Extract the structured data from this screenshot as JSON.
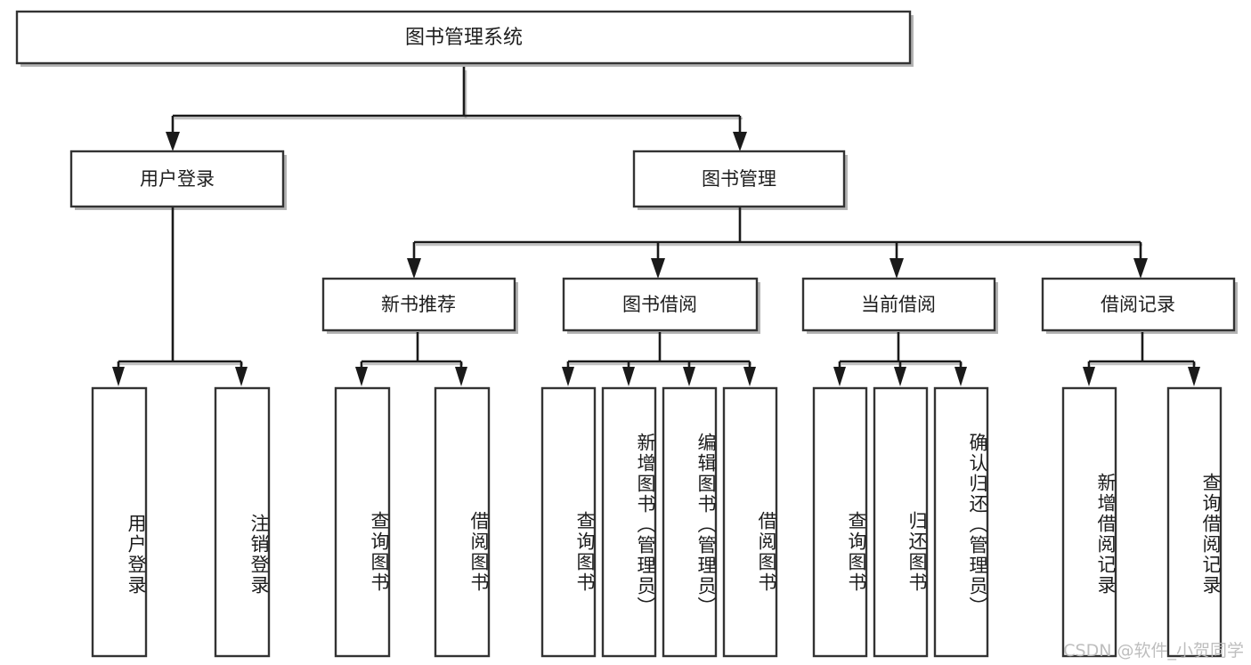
{
  "diagram": {
    "type": "tree-hierarchy-chart",
    "orientation": "top-down",
    "root": {
      "id": "root",
      "label": "图书管理系统"
    },
    "level2": [
      {
        "id": "user-login",
        "label": "用户登录"
      },
      {
        "id": "book-manage",
        "label": "图书管理"
      }
    ],
    "level3": [
      {
        "id": "new-book-rec",
        "label": "新书推荐",
        "parent": "book-manage"
      },
      {
        "id": "book-borrow",
        "label": "图书借阅",
        "parent": "book-manage"
      },
      {
        "id": "current-borrow",
        "label": "当前借阅",
        "parent": "book-manage"
      },
      {
        "id": "borrow-record",
        "label": "借阅记录",
        "parent": "book-manage"
      }
    ],
    "leaves": [
      {
        "id": "leaf-user-login",
        "label": "用户登录",
        "parent": "user-login"
      },
      {
        "id": "leaf-logout",
        "label": "注销登录",
        "parent": "user-login"
      },
      {
        "id": "leaf-query-book-1",
        "label": "查询图书",
        "parent": "new-book-rec"
      },
      {
        "id": "leaf-borrow-book-1",
        "label": "借阅图书",
        "parent": "new-book-rec"
      },
      {
        "id": "leaf-query-book-2",
        "label": "查询图书",
        "parent": "book-borrow"
      },
      {
        "id": "leaf-add-book",
        "label": "新增图书（管理员）",
        "parent": "book-borrow"
      },
      {
        "id": "leaf-edit-book",
        "label": "编辑图书（管理员）",
        "parent": "book-borrow"
      },
      {
        "id": "leaf-borrow-book-2",
        "label": "借阅图书",
        "parent": "book-borrow"
      },
      {
        "id": "leaf-query-book-3",
        "label": "查询图书",
        "parent": "current-borrow"
      },
      {
        "id": "leaf-return-book",
        "label": "归还图书",
        "parent": "current-borrow"
      },
      {
        "id": "leaf-confirm-return",
        "label": "确认归还（管理员）",
        "parent": "current-borrow"
      },
      {
        "id": "leaf-add-record",
        "label": "新增借阅记录",
        "parent": "borrow-record"
      },
      {
        "id": "leaf-query-record",
        "label": "查询借阅记录",
        "parent": "borrow-record"
      }
    ],
    "colors": {
      "box_fill": "#ffffff",
      "box_stroke": "#333333",
      "connector": "#1a1a1a",
      "background": "#ffffff",
      "watermark": "#b9b9b9"
    }
  },
  "watermark": {
    "text": "CSDN @软件_小贺同学"
  }
}
